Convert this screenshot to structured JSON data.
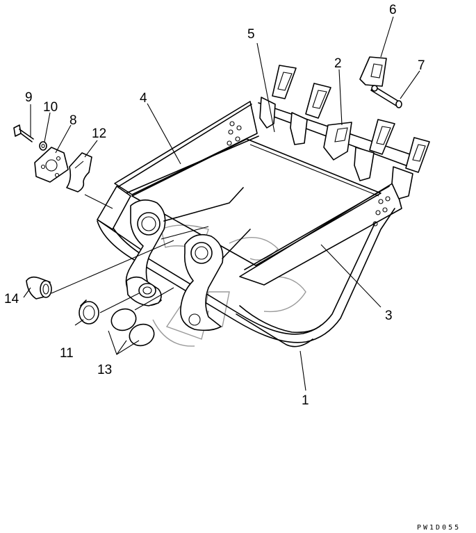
{
  "callouts": {
    "c1": "1",
    "c2": "2",
    "c3": "3",
    "c4": "4",
    "c5": "5",
    "c6": "6",
    "c7": "7",
    "c8": "8",
    "c9": "9",
    "c10": "10",
    "c11": "11",
    "c12": "12",
    "c13": "13",
    "c14": "14"
  },
  "drawing_code": "PW1D055"
}
